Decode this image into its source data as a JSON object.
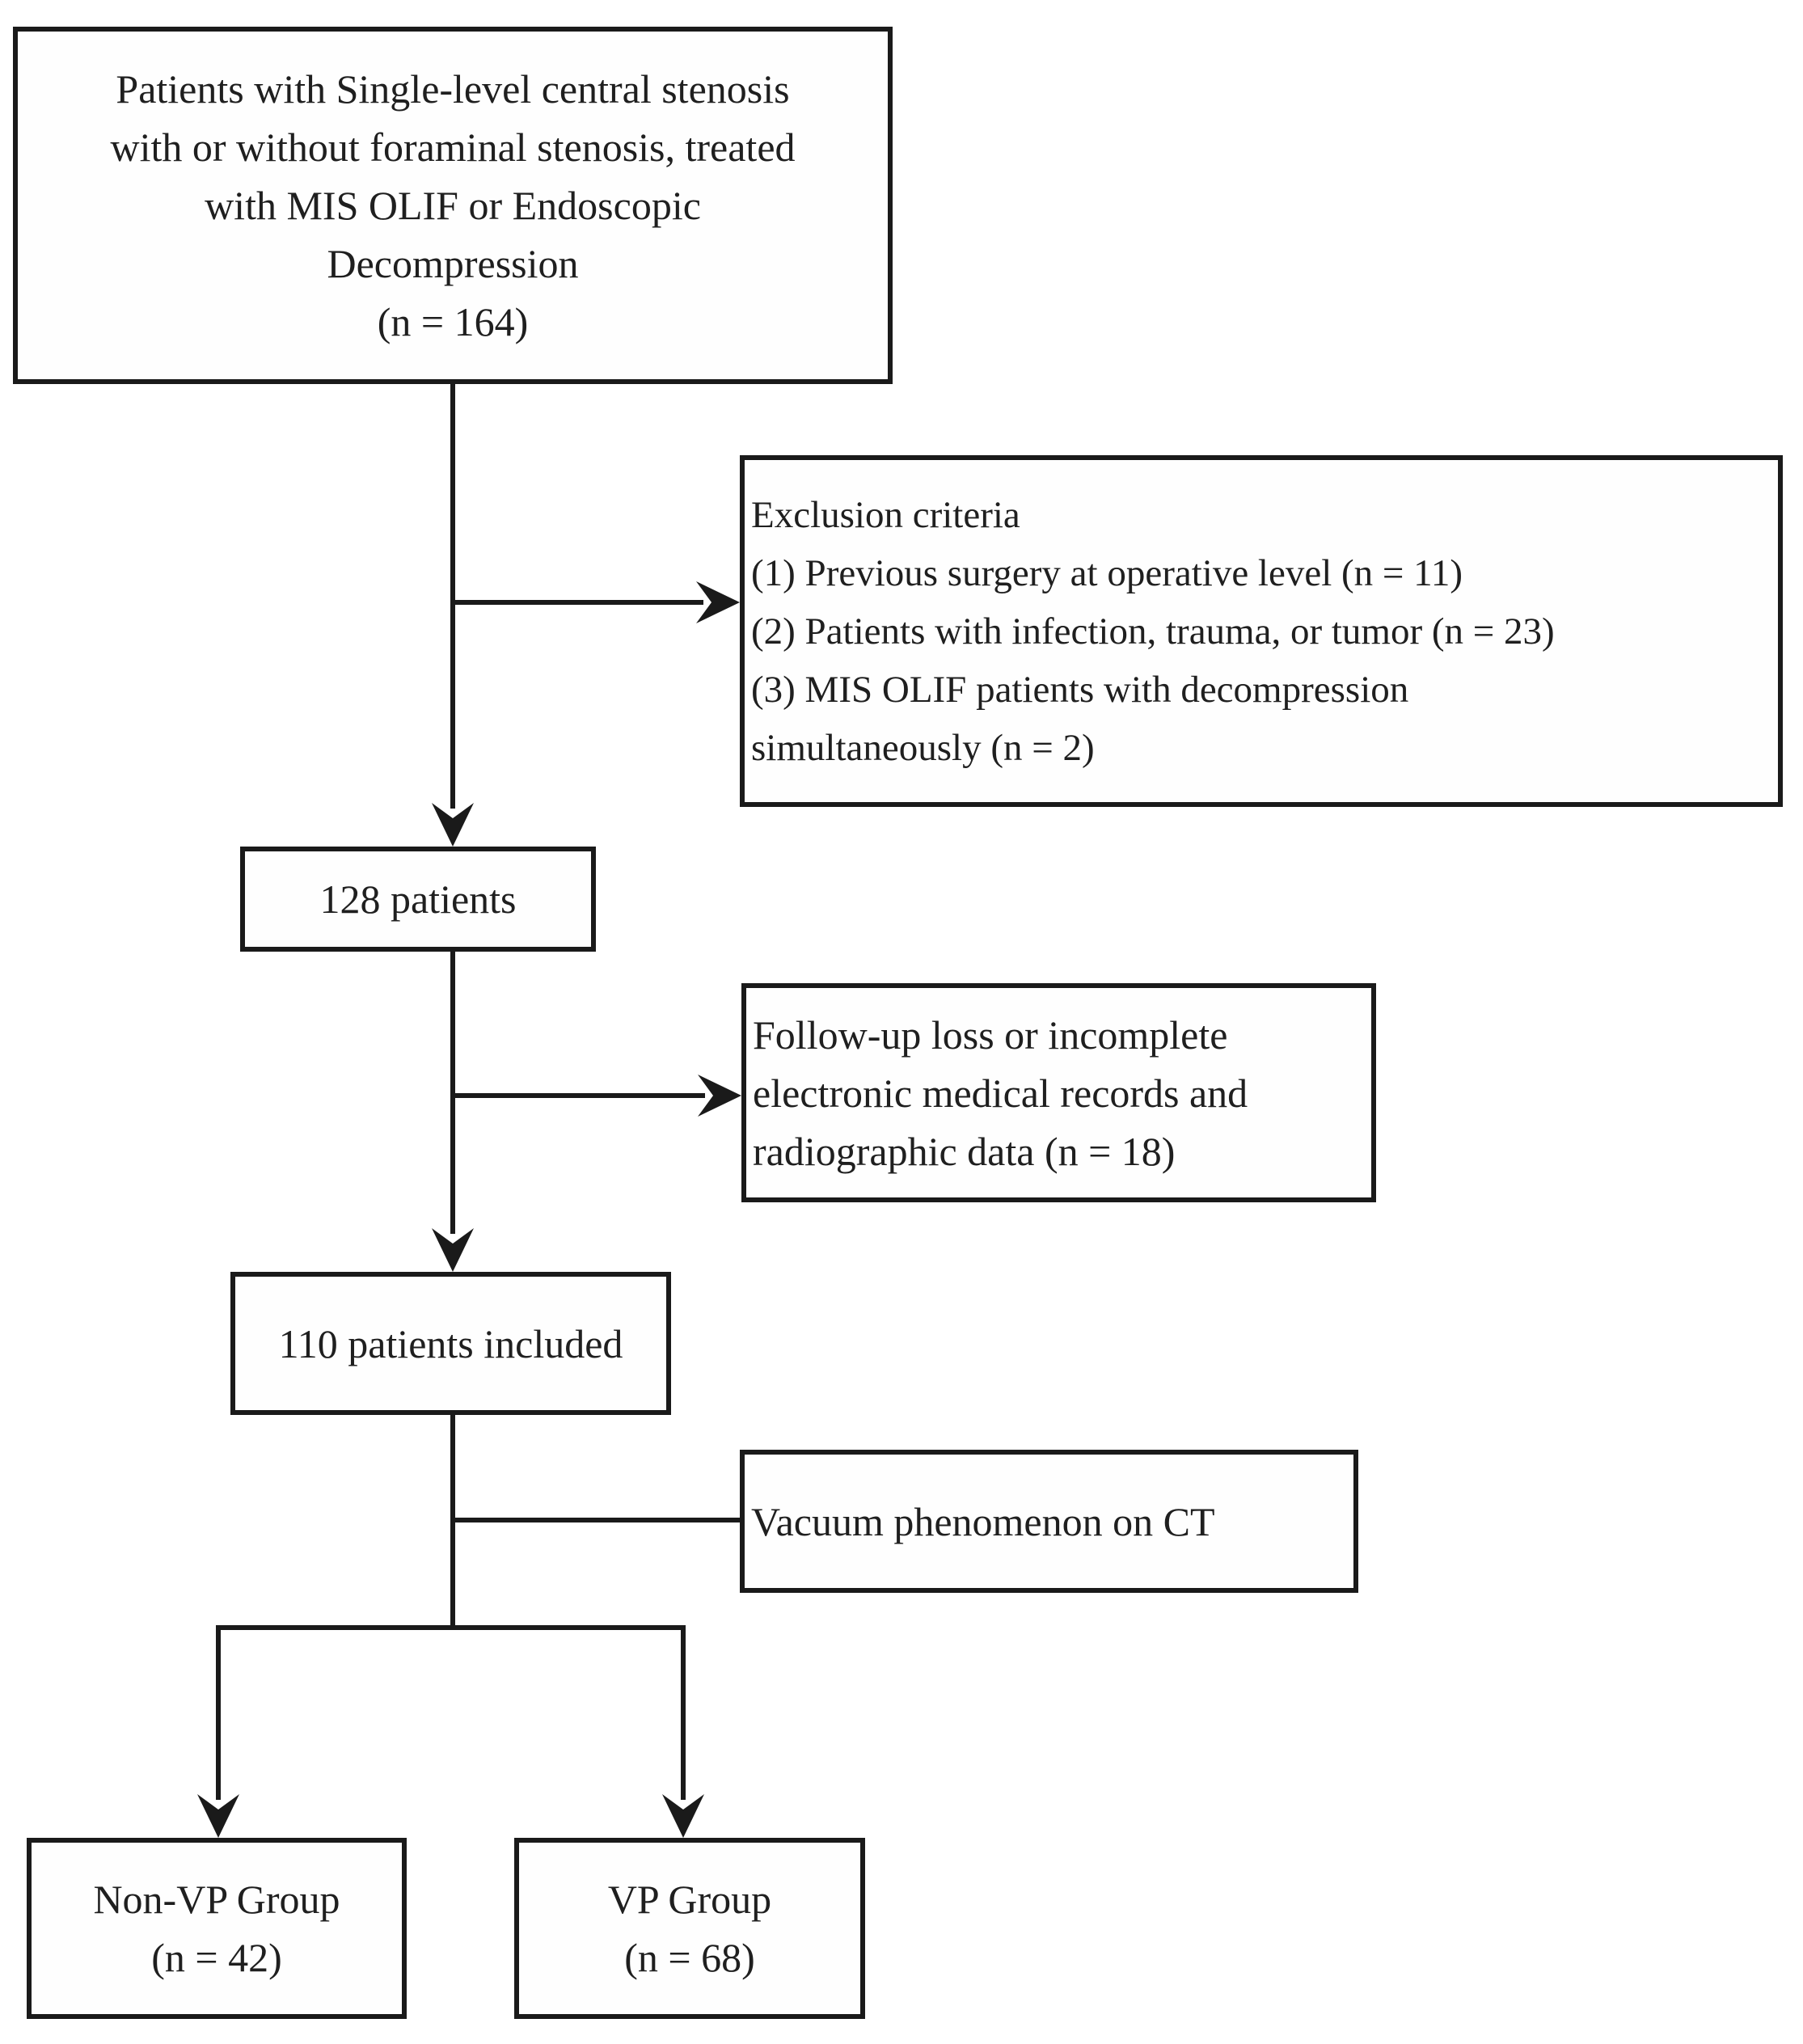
{
  "diagram": {
    "kind": "patient-selection-flowchart",
    "colors": {
      "background": "#ffffff",
      "line": "#1a1a1a",
      "text": "#1f1f1f"
    },
    "nodes": {
      "initial": {
        "text": "Patients with Single-level central stenosis\nwith or without foraminal stenosis, treated\nwith MIS OLIF or Endoscopic\nDecompression\n(n = 164)",
        "n": 164
      },
      "exclusion": {
        "text": "Exclusion criteria\n(1) Previous surgery at operative level (n = 11)\n(2) Patients with infection, trauma, or tumor (n = 23)\n(3) MIS OLIF patients with decompression\nsimultaneously (n = 2)",
        "excluded_counts": {
          "previous_surgery_at_operative_level": 11,
          "infection_trauma_or_tumor": 23,
          "mis_olif_with_simultaneous_decompression": 2
        }
      },
      "patients_128": {
        "text": "128 patients",
        "n": 128
      },
      "followup_loss": {
        "text": "Follow-up loss or incomplete\nelectronic medical records and\nradiographic data (n = 18)",
        "n": 18
      },
      "patients_110": {
        "text": "110 patients included",
        "n": 110
      },
      "vacuum_check": {
        "text": "Vacuum phenomenon on CT"
      },
      "non_vp_group": {
        "text": "Non-VP Group\n(n = 42)",
        "n": 42
      },
      "vp_group": {
        "text": "VP Group\n(n = 68)",
        "n": 68
      }
    },
    "edges": [
      {
        "from": "initial",
        "to": "patients_128",
        "style": "arrow"
      },
      {
        "from": "initial",
        "to": "exclusion",
        "style": "arrow-side-branch"
      },
      {
        "from": "patients_128",
        "to": "patients_110",
        "style": "arrow"
      },
      {
        "from": "patients_128",
        "to": "followup_loss",
        "style": "arrow-side-branch"
      },
      {
        "from": "patients_110",
        "to": "vacuum_check",
        "style": "plain-side-branch"
      },
      {
        "from": "patients_110",
        "to": "non_vp_group",
        "style": "arrow"
      },
      {
        "from": "patients_110",
        "to": "vp_group",
        "style": "arrow"
      }
    ]
  }
}
